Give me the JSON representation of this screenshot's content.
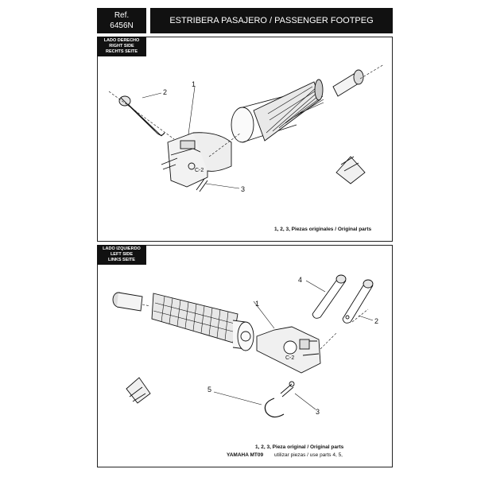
{
  "header": {
    "ref_label": "Ref.",
    "ref_code": "6456N",
    "title": "ESTRIBERA PASAJERO / PASSENGER FOOTPEG"
  },
  "panel_right": {
    "side_label": [
      "LADO DERECHO",
      "RIGHT SIDE",
      "RECHTS SEITE"
    ],
    "callouts": [
      "1",
      "2",
      "3"
    ],
    "clip_mark": "C-2",
    "note": "1, 2, 3,  Piezas originales / Original parts"
  },
  "panel_left": {
    "side_label": [
      "LADO IZQUIERDO",
      "LEFT SIDE",
      "LINKS SEITE"
    ],
    "callouts": [
      "1",
      "2",
      "3",
      "4",
      "5"
    ],
    "clip_mark": "C-2",
    "note_line1": "1, 2, 3,  Pieza original / Original parts",
    "note_model": "YAMAHA MT09",
    "note_line2": "utilizar piezas /  use parts  4, 5,"
  }
}
